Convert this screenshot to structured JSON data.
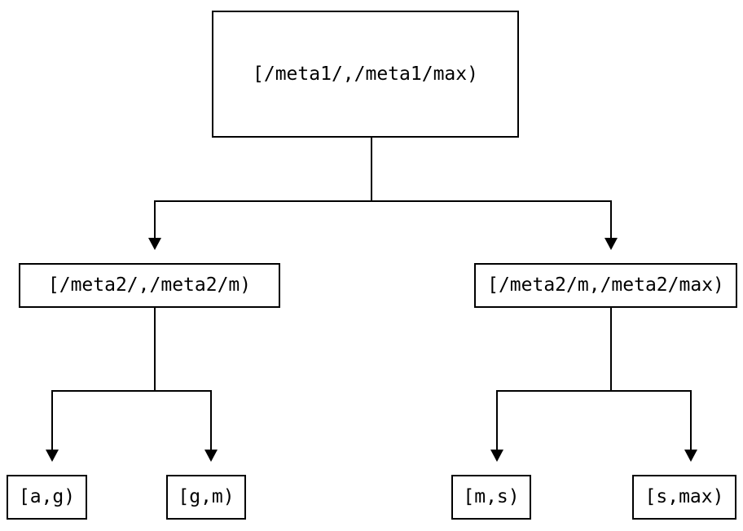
{
  "diagram": {
    "nodes": {
      "root": {
        "label": "[/meta1/,/meta1/max)"
      },
      "meta2_left": {
        "label": "[/meta2/,/meta2/m)"
      },
      "meta2_right": {
        "label": "[/meta2/m,/meta2/max)"
      },
      "leaf_a_g": {
        "label": "[a,g)"
      },
      "leaf_g_m": {
        "label": "[g,m)"
      },
      "leaf_m_s": {
        "label": "[m,s)"
      },
      "leaf_s_max": {
        "label": "[s,max)"
      }
    },
    "colors": {
      "line": "#000000",
      "text": "#000000",
      "node_fill": "#ffffff",
      "background": "#ffffff"
    }
  }
}
